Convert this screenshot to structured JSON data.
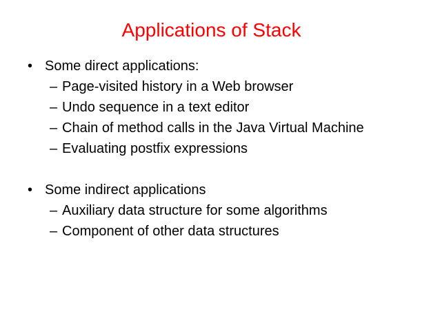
{
  "slide": {
    "title": "Applications of Stack",
    "title_color": "#FF0000",
    "text_color": "#000000",
    "background_color": "#FFFFFF",
    "bullet_char": "•",
    "dash_char": "–",
    "groups": [
      {
        "label": "Some direct applications:",
        "items": [
          "Page-visited history in a Web browser",
          "Undo sequence in a text editor",
          "Chain of method calls in the Java Virtual Machine",
          "Evaluating postfix expressions"
        ]
      },
      {
        "label": "Some indirect applications",
        "items": [
          "Auxiliary data structure for some algorithms",
          "Component of other data structures"
        ]
      }
    ]
  }
}
